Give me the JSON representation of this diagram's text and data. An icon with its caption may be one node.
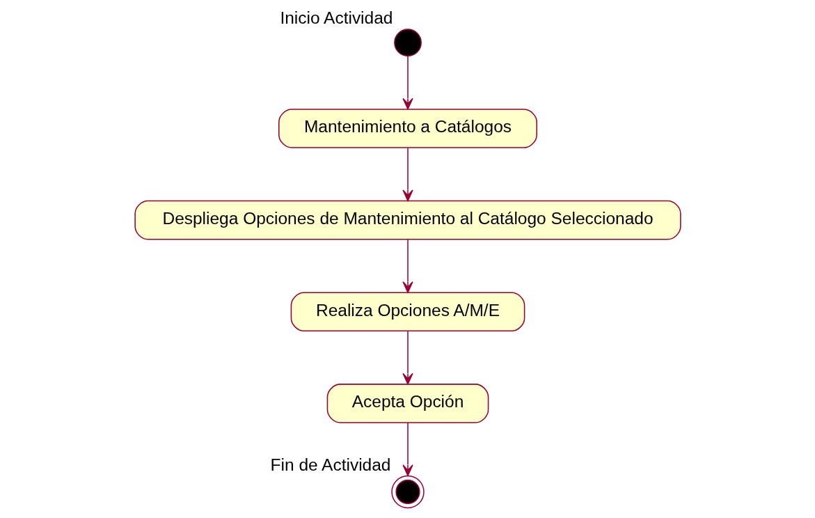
{
  "diagram": {
    "nodes": [
      {
        "text": [],
        "shape": "circle",
        "beside": [
          "Inicio Actividad"
        ]
      },
      {
        "text": [
          "Mantenimiento a Catálogos"
        ]
      },
      {
        "text": [
          "Despliega Opciones de Mantenimiento al Catálogo Seleccionado"
        ]
      },
      {
        "text": [
          "Realiza Opciones A/M/E"
        ]
      },
      {
        "text": [
          "Acepta Opción"
        ]
      },
      {
        "text": [],
        "shape": "circle",
        "beside": [
          "Fin de Actividad"
        ]
      }
    ],
    "edges": [
      {
        "from": 0,
        "to": 1,
        "arrow": "to"
      },
      {
        "from": 1,
        "to": 2,
        "arrow": "to"
      },
      {
        "from": 2,
        "to": 3,
        "arrow": "to"
      },
      {
        "from": 3,
        "to": 4,
        "arrow": "to"
      },
      {
        "from": 4,
        "to": 5,
        "arrow": "to"
      }
    ]
  }
}
